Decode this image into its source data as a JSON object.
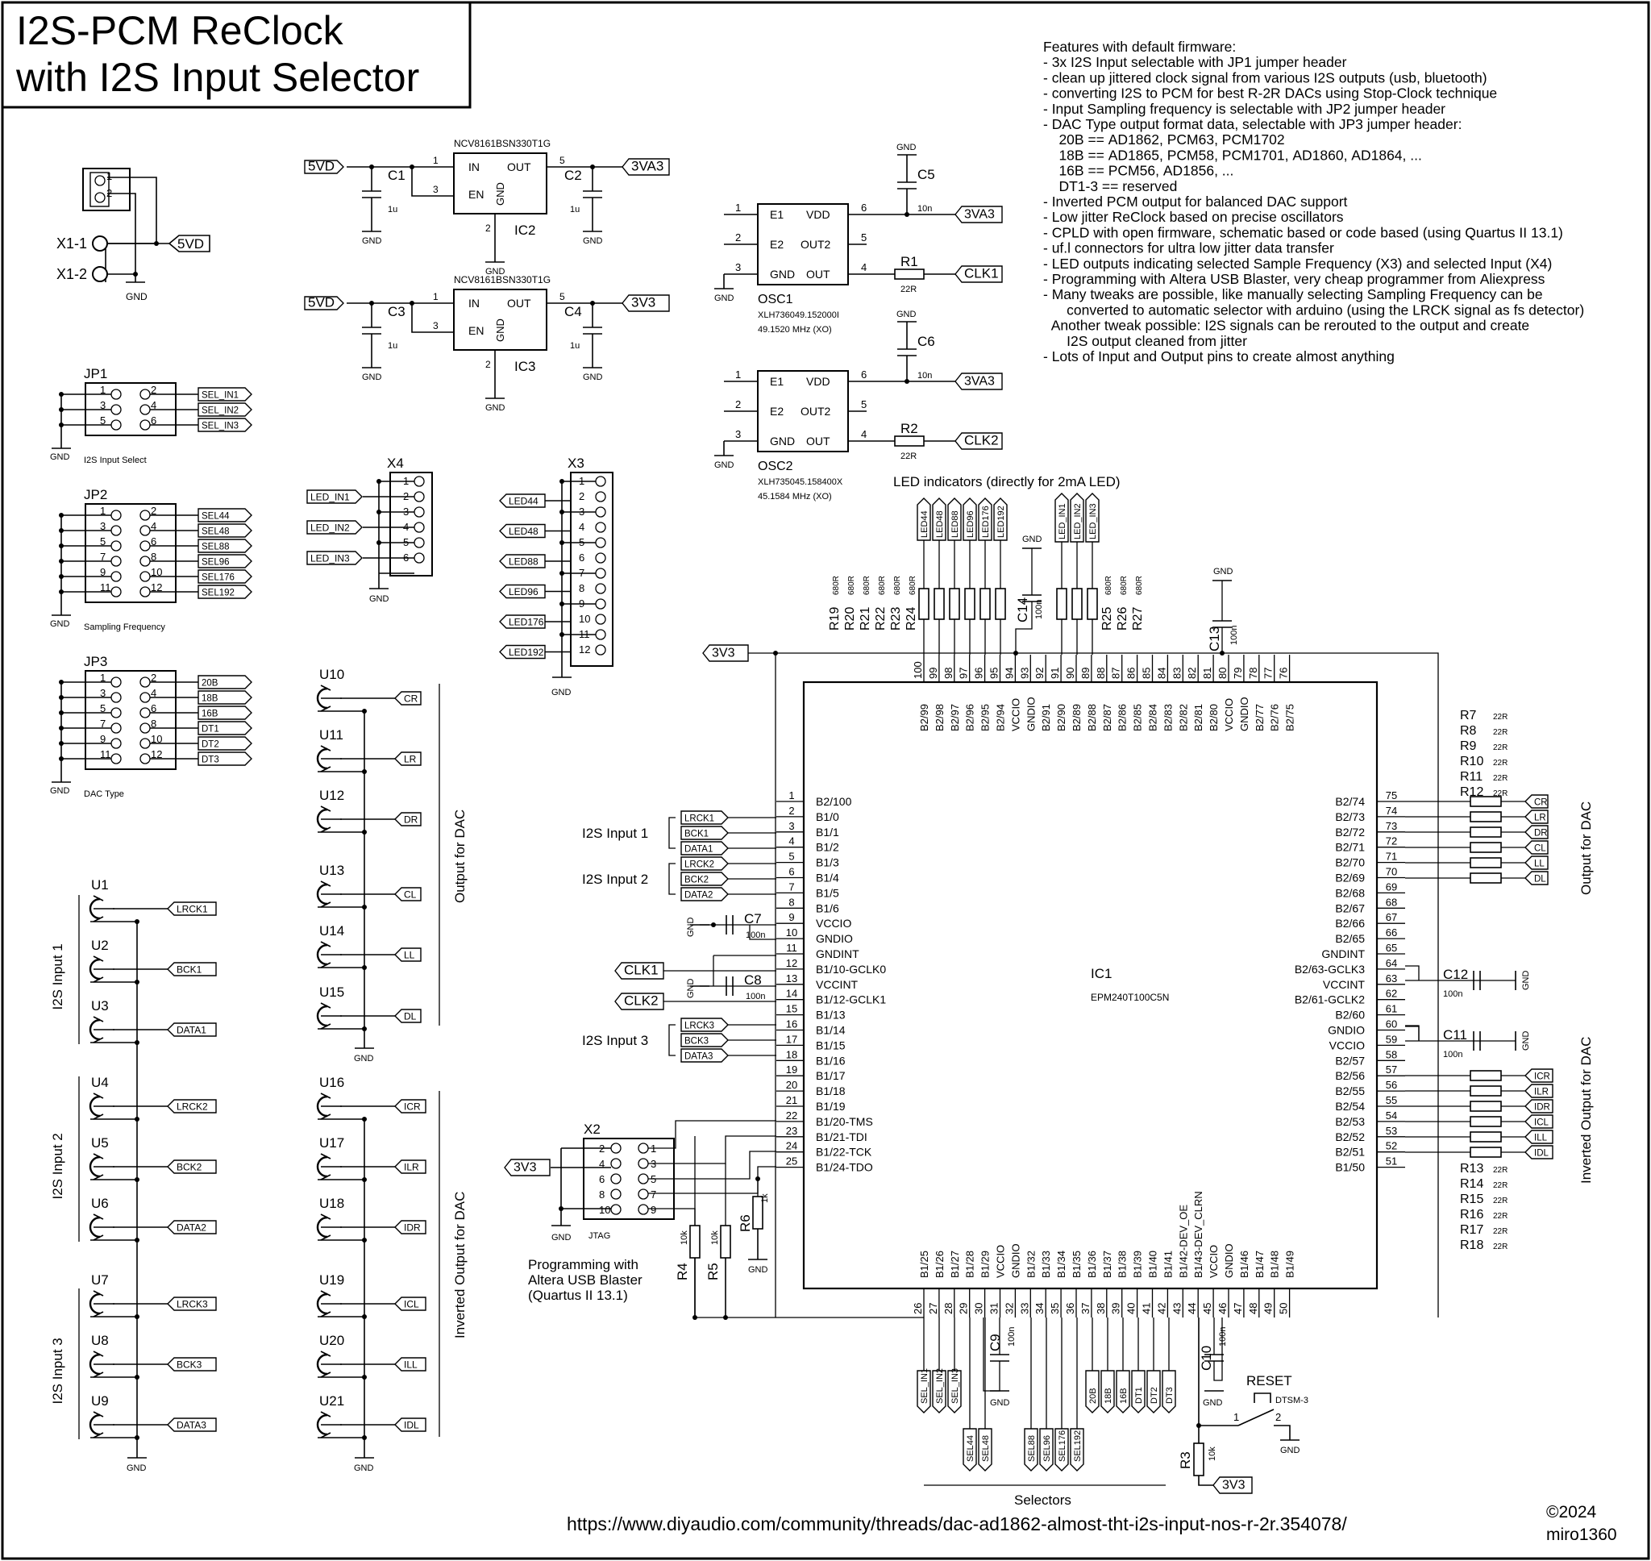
{
  "title": {
    "line1": "I2S-PCM ReClock",
    "line2": "with I2S Input Selector"
  },
  "features": [
    "Features with default firmware:",
    "- 3x I2S Input selectable with JP1 jumper header",
    "- clean up jittered clock signal from various I2S outputs (usb, bluetooth)",
    "- converting I2S to PCM for best R-2R DACs using Stop-Clock technique",
    "- Input Sampling frequency is selectable with JP2 jumper header",
    "- DAC Type output format data, selectable with JP3 jumper header:",
    "    20B == AD1862, PCM63, PCM1702",
    "    18B == AD1865, PCM58, PCM1701, AD1860, AD1864, ...",
    "    16B == PCM56, AD1856, ...",
    "    DT1-3 == reserved",
    "- Inverted PCM output for balanced DAC support",
    "- Low jitter ReClock based on precise oscillators",
    "- CPLD with open firmware, schematic based or code based (using Quartus II 13.1)",
    "- uf.l connectors for ultra low jitter data transfer",
    "- LED outputs indicating selected Sample Frequency (X3) and selected Input (X4)",
    "- Programming with Altera USB Blaster, very cheap programmer from Aliexpress",
    "- Many tweaks are possible, like manually selecting Sampling Frequency can be",
    "      converted to automatic selector with arduino (using the LRCK signal as fs detector)",
    "  Another tweak possible: I2S signals can be rerouted to the output and create",
    "      I2S output cleaned from jitter",
    "- Lots of Input and Output pins to create almost anything"
  ],
  "power": {
    "in_5vd": "5VD",
    "x1_1": "X1-1",
    "x1_2": "X1-2",
    "gnd": "GND",
    "pin1": "1",
    "pin2": "2",
    "reg_part": "NCV8161BSN330T1G",
    "ic2": "IC2",
    "ic3": "IC3",
    "in": "IN",
    "out": "OUT",
    "en": "EN",
    "gndp": "GND",
    "c1": "C1",
    "c2": "C2",
    "c3": "C3",
    "c4": "C4",
    "cval": "1u",
    "p1": "1",
    "p2": "2",
    "p3": "3",
    "p5": "5",
    "out_3va3": "3VA3",
    "out_3v3": "3V3"
  },
  "osc": {
    "osc1": "OSC1",
    "osc2": "OSC2",
    "osc1_part": "XLH736049.152000I",
    "osc1_freq": "49.1520 MHz (XO)",
    "osc2_part": "XLH735045.158400X",
    "osc2_freq": "45.1584 MHz (XO)",
    "e1": "E1",
    "e2": "E2",
    "vdd": "VDD",
    "out2": "OUT2",
    "gnd": "GND",
    "out": "OUT",
    "r1": "R1",
    "r2": "R2",
    "rval": "22R",
    "c5": "C5",
    "c6": "C6",
    "cval": "10n",
    "clk1": "CLK1",
    "clk2": "CLK2",
    "rail": "3VA3",
    "p1": "1",
    "p2": "2",
    "p3": "3",
    "p4": "4",
    "p5": "5",
    "p6": "6"
  },
  "jp1": {
    "name": "JP1",
    "caption": "I2S Input Select",
    "pins": [
      "1",
      "2",
      "3",
      "4",
      "5",
      "6"
    ],
    "nets": [
      "SEL_IN1",
      "SEL_IN2",
      "SEL_IN3"
    ]
  },
  "jp2": {
    "name": "JP2",
    "caption": "Sampling Frequency",
    "pins": [
      "1",
      "2",
      "3",
      "4",
      "5",
      "6",
      "7",
      "8",
      "9",
      "10",
      "11",
      "12"
    ],
    "nets": [
      "SEL44",
      "SEL48",
      "SEL88",
      "SEL96",
      "SEL176",
      "SEL192"
    ]
  },
  "jp3": {
    "name": "JP3",
    "caption": "DAC Type",
    "pins": [
      "1",
      "2",
      "3",
      "4",
      "5",
      "6",
      "7",
      "8",
      "9",
      "10",
      "11",
      "12"
    ],
    "nets": [
      "20B",
      "18B",
      "16B",
      "DT1",
      "DT2",
      "DT3"
    ]
  },
  "x4": {
    "name": "X4",
    "pins": [
      "1",
      "2",
      "3",
      "4",
      "5",
      "6"
    ],
    "nets": [
      "LED_IN1",
      "LED_IN2",
      "LED_IN3"
    ]
  },
  "x3": {
    "name": "X3",
    "pins": [
      "1",
      "2",
      "3",
      "4",
      "5",
      "6",
      "7",
      "8",
      "9",
      "10",
      "11",
      "12"
    ],
    "nets": [
      "LED44",
      "LED48",
      "LED88",
      "LED96",
      "LED176",
      "LED192"
    ]
  },
  "inputs": {
    "groups": [
      "I2S Input 1",
      "I2S Input 2",
      "I2S Input 3"
    ],
    "refs": [
      "U1",
      "U2",
      "U3",
      "U4",
      "U5",
      "U6",
      "U7",
      "U8",
      "U9"
    ],
    "nets": [
      "LRCK1",
      "BCK1",
      "DATA1",
      "LRCK2",
      "BCK2",
      "DATA2",
      "LRCK3",
      "BCK3",
      "DATA3"
    ]
  },
  "outputs": {
    "group": "Output for DAC",
    "refs": [
      "U10",
      "U11",
      "U12",
      "U13",
      "U14",
      "U15"
    ],
    "nets": [
      "CR",
      "LR",
      "DR",
      "CL",
      "LL",
      "DL"
    ]
  },
  "inv_outputs": {
    "group": "Inverted Output for DAC",
    "refs": [
      "U16",
      "U17",
      "U18",
      "U19",
      "U20",
      "U21"
    ],
    "nets": [
      "ICR",
      "ILR",
      "IDR",
      "ICL",
      "ILL",
      "IDL"
    ]
  },
  "cpld": {
    "ref": "IC1",
    "part": "EPM240T100C5N",
    "left_pins": [
      "1",
      "2",
      "3",
      "4",
      "5",
      "6",
      "7",
      "8",
      "9",
      "10",
      "11",
      "12",
      "13",
      "14",
      "15",
      "16",
      "17",
      "18",
      "19",
      "20",
      "21",
      "22",
      "23",
      "24",
      "25"
    ],
    "left_names": [
      "B2/100",
      "B1/0",
      "B1/1",
      "B1/2",
      "B1/3",
      "B1/4",
      "B1/5",
      "B1/6",
      "VCCIO",
      "GNDIO",
      "GNDINT",
      "B1/10-GCLK0",
      "VCCINT",
      "B1/12-GCLK1",
      "B1/13",
      "B1/14",
      "B1/15",
      "B1/16",
      "B1/17",
      "B1/18",
      "B1/19",
      "B1/20-TMS",
      "B1/21-TDI",
      "B1/22-TCK",
      "B1/24-TDO"
    ],
    "right_pins": [
      "75",
      "74",
      "73",
      "72",
      "71",
      "70",
      "69",
      "68",
      "67",
      "66",
      "65",
      "64",
      "63",
      "62",
      "61",
      "60",
      "59",
      "58",
      "57",
      "56",
      "55",
      "54",
      "53",
      "52",
      "51"
    ],
    "right_names": [
      "B2/74",
      "B2/73",
      "B2/72",
      "B2/71",
      "B2/70",
      "B2/69",
      "B2/68",
      "B2/67",
      "B2/66",
      "B2/65",
      "GNDINT",
      "B2/63-GCLK3",
      "VCCINT",
      "B2/61-GCLK2",
      "B2/60",
      "GNDIO",
      "VCCIO",
      "B2/57",
      "B2/56",
      "B2/55",
      "B2/54",
      "B2/53",
      "B2/52",
      "B2/51",
      "B1/50"
    ],
    "top_pins": [
      "100",
      "99",
      "98",
      "97",
      "96",
      "95",
      "94",
      "93",
      "92",
      "91",
      "90",
      "89",
      "88",
      "87",
      "86",
      "85",
      "84",
      "83",
      "82",
      "81",
      "80",
      "79",
      "78",
      "77",
      "76"
    ],
    "top_names": [
      "B2/99",
      "B2/98",
      "B2/97",
      "B2/96",
      "B2/95",
      "B2/94",
      "VCCIO",
      "GNDIO",
      "B2/91",
      "B2/90",
      "B2/89",
      "B2/88",
      "B2/87",
      "B2/86",
      "B2/85",
      "B2/84",
      "B2/83",
      "B2/82",
      "B2/81",
      "B2/80",
      "VCCIO",
      "GNDIO",
      "B2/77",
      "B2/76",
      "B2/75"
    ],
    "bottom_pins": [
      "26",
      "27",
      "28",
      "29",
      "30",
      "31",
      "32",
      "33",
      "34",
      "35",
      "36",
      "37",
      "38",
      "39",
      "40",
      "41",
      "42",
      "43",
      "44",
      "45",
      "46",
      "47",
      "48",
      "49",
      "50"
    ],
    "bottom_names": [
      "B1/25",
      "B1/26",
      "B1/27",
      "B1/28",
      "B1/29",
      "VCCIO",
      "GNDIO",
      "B1/32",
      "B1/33",
      "B1/34",
      "B1/35",
      "B1/36",
      "B1/37",
      "B1/38",
      "B1/39",
      "B1/40",
      "B1/41",
      "B1/42-DEV_OE",
      "B1/43-DEV_CLRN",
      "VCCIO",
      "GNDIO",
      "B1/46",
      "B1/47",
      "B1/48",
      "B1/49"
    ]
  },
  "cpld_side": {
    "input_labels": [
      "I2S Input 1",
      "I2S Input 2",
      "I2S Input 3"
    ],
    "in_nets": [
      "LRCK1",
      "BCK1",
      "DATA1",
      "LRCK2",
      "BCK2",
      "DATA2",
      "LRCK3",
      "BCK3",
      "DATA3"
    ],
    "clk1": "CLK1",
    "clk2": "CLK2",
    "rail": "3V3",
    "gnd": "GND",
    "c7": "C7",
    "c8": "C8",
    "c9": "C9",
    "c10": "C10",
    "c11": "C11",
    "c12": "C12",
    "c13": "C13",
    "c14": "C14",
    "cval": "100n",
    "out_nets": [
      "CR",
      "LR",
      "DR",
      "CL",
      "LL",
      "DL"
    ],
    "inv_nets": [
      "ICR",
      "ILR",
      "IDR",
      "ICL",
      "ILL",
      "IDL"
    ],
    "rr_top": [
      "R7",
      "R8",
      "R9",
      "R10",
      "R11",
      "R12"
    ],
    "rr_bot": [
      "R13",
      "R14",
      "R15",
      "R16",
      "R17",
      "R18"
    ],
    "rval": "22R",
    "out_label": "Output for DAC",
    "inv_label": "Inverted Output for DAC"
  },
  "leds": {
    "caption": "LED indicators (directly for 2mA LED)",
    "fs_nets": [
      "LED44",
      "LED48",
      "LED88",
      "LED96",
      "LED176",
      "LED192"
    ],
    "in_nets": [
      "LED_IN1",
      "LED_IN2",
      "LED_IN3"
    ],
    "fs_res": [
      "R19",
      "R20",
      "R21",
      "R22",
      "R23",
      "R24"
    ],
    "in_res": [
      "R25",
      "R26",
      "R27"
    ],
    "rval": "680R"
  },
  "jtag": {
    "ref": "X2",
    "caption": "JTAG",
    "left_pins": [
      "2",
      "4",
      "6",
      "8",
      "10"
    ],
    "right_pins": [
      "1",
      "3",
      "5",
      "7",
      "9"
    ],
    "rail": "3V3",
    "gnd": "GND",
    "r4": "R4",
    "r5": "R5",
    "r6": "R6",
    "r4v": "10k",
    "r5v": "10k",
    "r6v": "1k",
    "note1": "Programming with",
    "note2": "Altera USB Blaster",
    "note3": "(Quartus II 13.1)"
  },
  "selectors": {
    "caption": "Selectors",
    "g1": [
      "SEL_IN1",
      "SEL_IN2",
      "SEL_IN3"
    ],
    "g2": [
      "SEL44",
      "SEL48"
    ],
    "g3": [
      "SEL88",
      "SEL96",
      "SEL176",
      "SEL192"
    ],
    "g4": [
      "20B",
      "18B",
      "16B",
      "DT1",
      "DT2",
      "DT3"
    ]
  },
  "reset": {
    "label": "RESET",
    "part": "DTSM-3",
    "r3": "R3",
    "r3v": "10k",
    "rail": "3V3",
    "gnd": "GND",
    "p1": "1",
    "p2": "2"
  },
  "footer": {
    "url": "https://www.diyaudio.com/community/threads/dac-ad1862-almost-tht-i2s-input-nos-r-2r.354078/",
    "copyright": "©2024",
    "author": "miro1360"
  }
}
